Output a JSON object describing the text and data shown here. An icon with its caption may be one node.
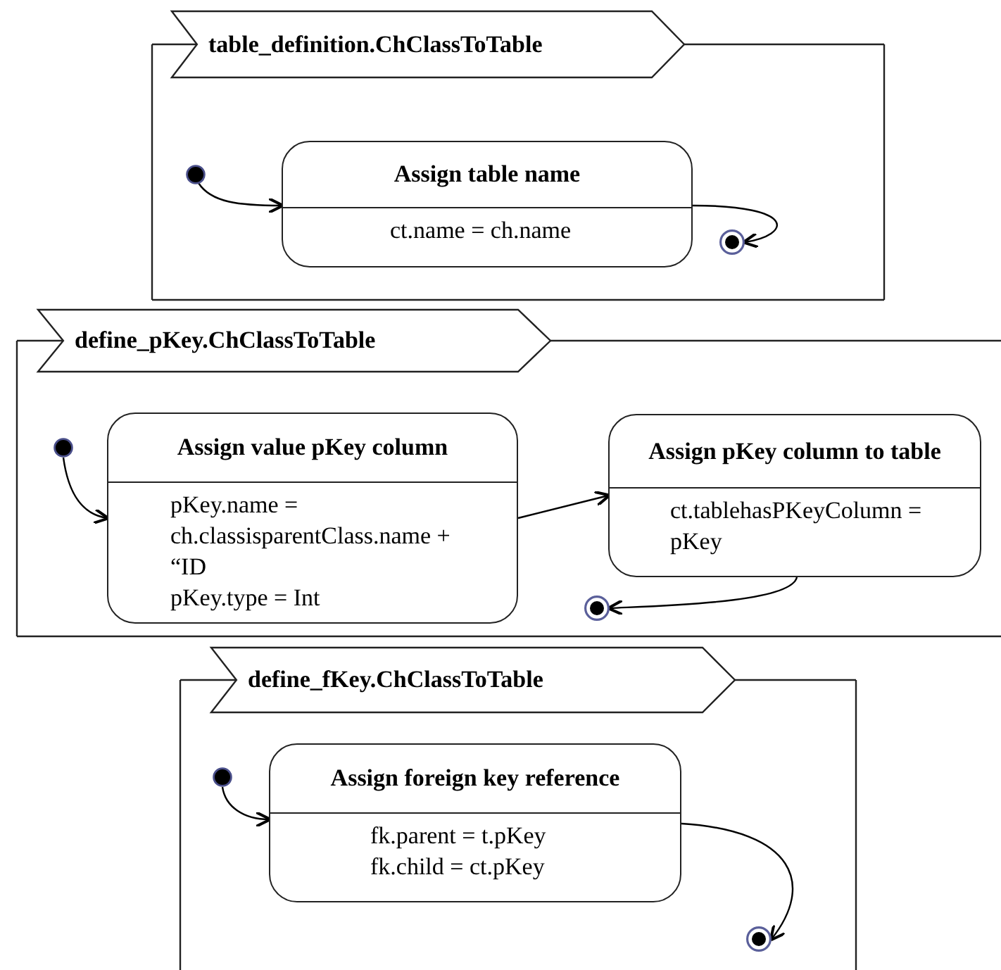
{
  "diagram": {
    "nodes": [
      {
        "text": [
          "table_definition.ChClassToTable"
        ]
      },
      {
        "text": [],
        "shape": "circle",
        "in": 0
      },
      {
        "text": [
          "Assign table name",
          "ct.name = ch.name"
        ],
        "in": 0
      },
      {
        "text": [],
        "shape": "circle",
        "in": 0
      },
      {
        "text": [
          "define_pKey.ChClassToTable"
        ]
      },
      {
        "text": [],
        "shape": "circle",
        "in": 4
      },
      {
        "text": [
          "Assign value pKey column",
          "pKey.name = ch.classisparentClass.name + “ID",
          "pKey.type = Int"
        ],
        "in": 4
      },
      {
        "text": [
          "Assign pKey column to table",
          "ct.tablehasPKeyColumn = pKey"
        ],
        "in": 4
      },
      {
        "text": [],
        "shape": "circle",
        "in": 4
      },
      {
        "text": [
          "define_fKey.ChClassToTable"
        ]
      },
      {
        "text": [],
        "shape": "circle",
        "in": 9
      },
      {
        "text": [
          "Assign foreign key reference",
          "fk.parent = t.pKey",
          "fk.child = ct.pKey"
        ],
        "in": 9
      },
      {
        "text": [],
        "shape": "circle",
        "in": 9
      }
    ],
    "edges": [
      {
        "from": 1,
        "to": 2,
        "arrow": "to"
      },
      {
        "from": 2,
        "to": 3,
        "arrow": "to"
      },
      {
        "from": 5,
        "to": 6,
        "arrow": "to"
      },
      {
        "from": 6,
        "to": 7,
        "arrow": "to"
      },
      {
        "from": 7,
        "to": 8,
        "arrow": "to"
      },
      {
        "from": 10,
        "to": 11,
        "arrow": "to"
      },
      {
        "from": 11,
        "to": 12,
        "arrow": "to"
      }
    ]
  }
}
